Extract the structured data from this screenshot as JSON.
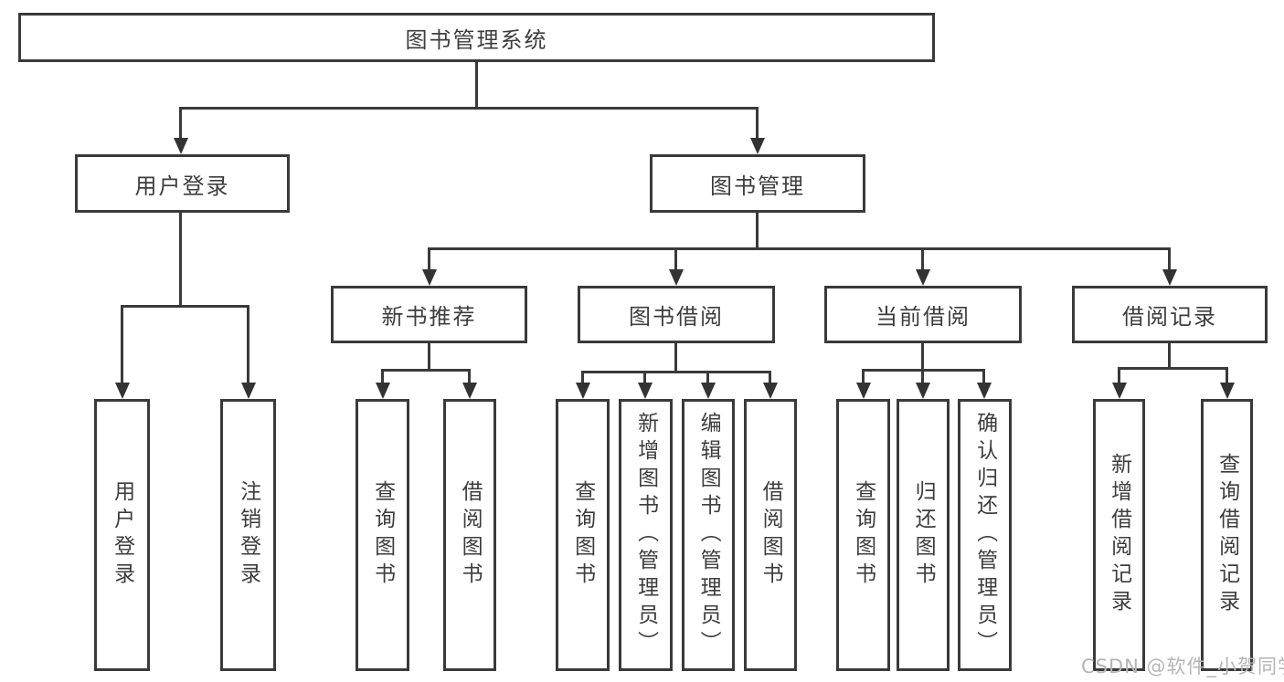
{
  "title": "图书管理系统",
  "watermark": "CSDN @软件_小贺同学",
  "colors": {
    "line": "#3a3a3a",
    "box_border": "#3a3a3a",
    "box_background": "#ffffff",
    "text": "#3d3d3d",
    "watermark": "#b5b5b5",
    "background": "#ffffff"
  },
  "tree": {
    "label": "图书管理系统",
    "children": [
      {
        "label": "用户登录",
        "children": [
          {
            "label": "用户登录"
          },
          {
            "label": "注销登录"
          }
        ]
      },
      {
        "label": "图书管理",
        "children": [
          {
            "label": "新书推荐",
            "children": [
              {
                "label": "查询图书"
              },
              {
                "label": "借阅图书"
              }
            ]
          },
          {
            "label": "图书借阅",
            "children": [
              {
                "label": "查询图书"
              },
              {
                "label": "新增图书（管理员）"
              },
              {
                "label": "编辑图书（管理员）"
              },
              {
                "label": "借阅图书"
              }
            ]
          },
          {
            "label": "当前借阅",
            "children": [
              {
                "label": "查询图书"
              },
              {
                "label": "归还图书"
              },
              {
                "label": "确认归还（管理员）"
              }
            ]
          },
          {
            "label": "借阅记录",
            "children": [
              {
                "label": "新增借阅记录"
              },
              {
                "label": "查询借阅记录"
              }
            ]
          }
        ]
      }
    ]
  }
}
